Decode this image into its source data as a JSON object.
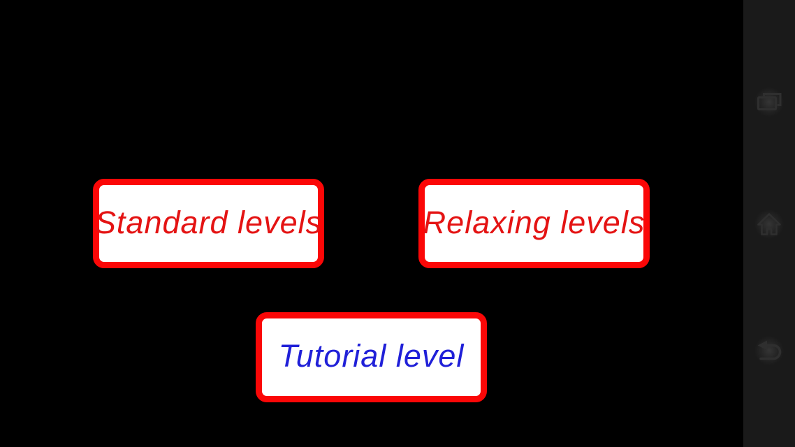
{
  "screen": {
    "background_color": "#000000",
    "description": "game level select menu"
  },
  "menu": {
    "button_background": "#ffffff",
    "button_border_color": "#fb0707",
    "buttons": [
      {
        "id": "standard-levels",
        "label": "Standard levels",
        "text_color": "#e41313"
      },
      {
        "id": "relaxing-levels",
        "label": "Relaxing levels",
        "text_color": "#e41313"
      },
      {
        "id": "tutorial-level",
        "label": "Tutorial level",
        "text_color": "#2020d8"
      }
    ]
  },
  "navbar": {
    "background_color": "#1a1a1a",
    "icon_color": "#2f2f2f",
    "icons": [
      {
        "name": "recent-apps-icon"
      },
      {
        "name": "home-icon"
      },
      {
        "name": "back-icon"
      }
    ]
  }
}
